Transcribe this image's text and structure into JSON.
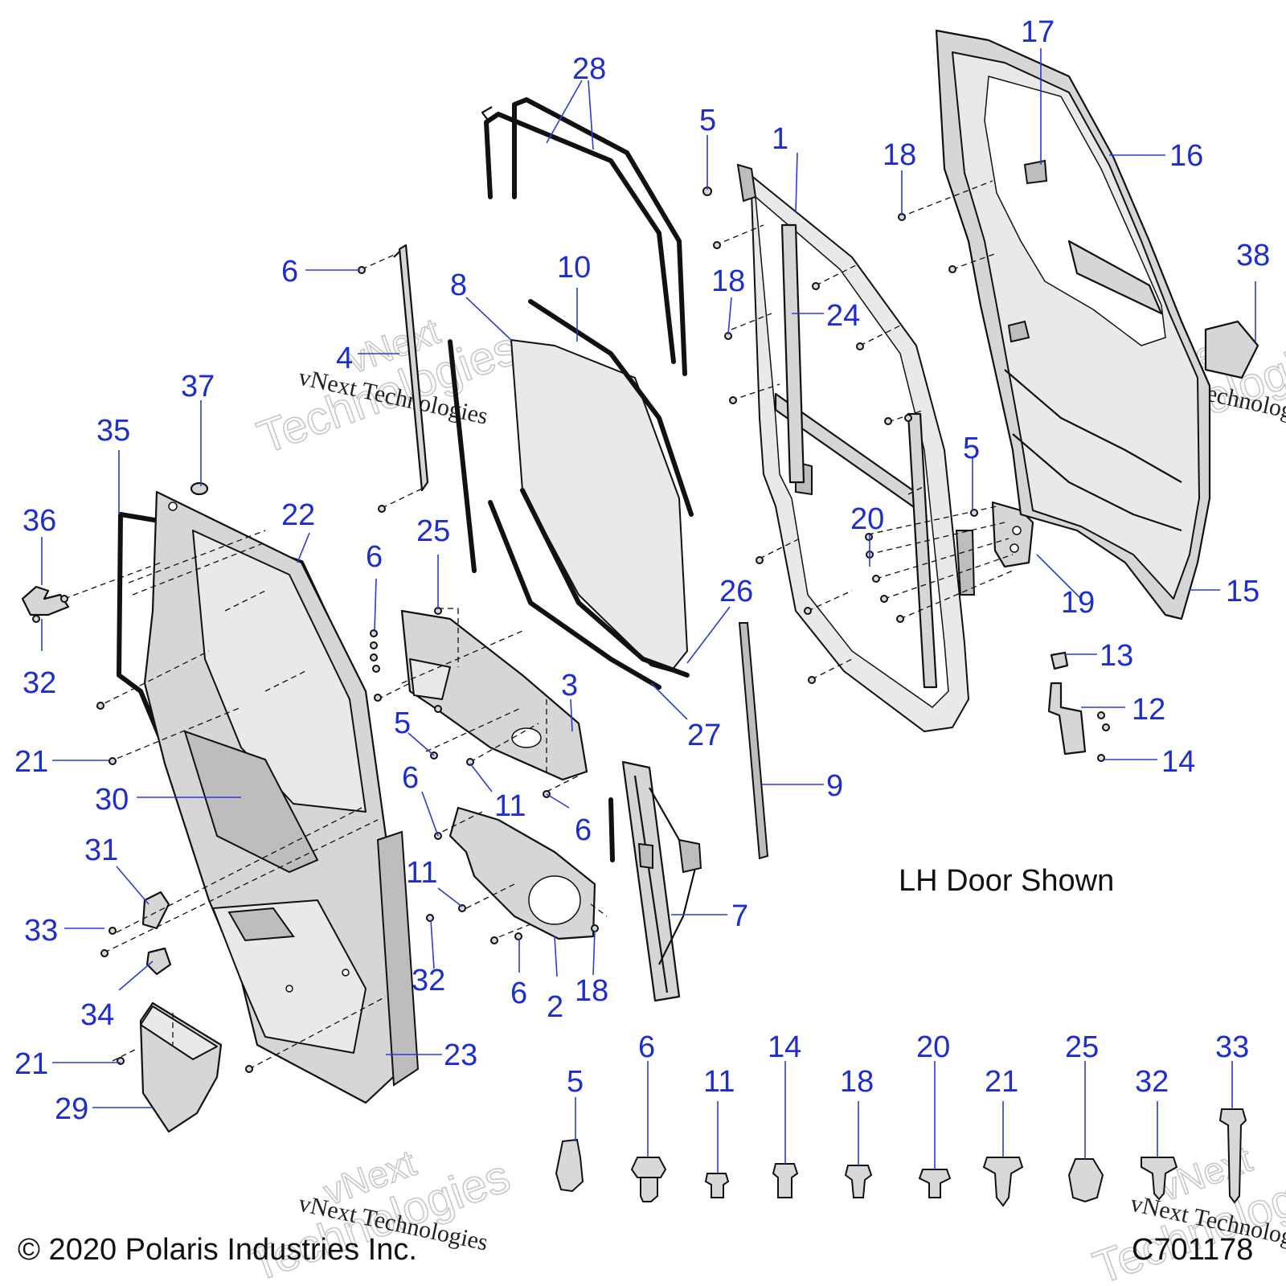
{
  "diagram": {
    "note": "LH Door Shown",
    "copyright": "© 2020 Polaris Industries Inc.",
    "drawing_number": "C701178",
    "watermark": {
      "line": "vNext Technologies",
      "word1": "vNext",
      "word2": "Technologies"
    },
    "callouts": {
      "c1": "1",
      "c2": "2",
      "c3": "3",
      "c4": "4",
      "c5a": "5",
      "c5b": "5",
      "c5c": "5",
      "c5d": "5",
      "c6a": "6",
      "c6b": "6",
      "c6c": "6",
      "c6d": "6",
      "c6e": "6",
      "c6f": "6",
      "c7": "7",
      "c8": "8",
      "c9": "9",
      "c10": "10",
      "c11a": "11",
      "c11b": "11",
      "c11c": "11",
      "c12": "12",
      "c13": "13",
      "c14a": "14",
      "c14b": "14",
      "c15": "15",
      "c16": "16",
      "c17": "17",
      "c18a": "18",
      "c18b": "18",
      "c18c": "18",
      "c18d": "18",
      "c19": "19",
      "c20a": "20",
      "c20b": "20",
      "c21a": "21",
      "c21b": "21",
      "c21c": "21",
      "c22": "22",
      "c23": "23",
      "c24": "24",
      "c25a": "25",
      "c25b": "25",
      "c26": "26",
      "c27": "27",
      "c28": "28",
      "c29": "29",
      "c30": "30",
      "c31": "31",
      "c32a": "32",
      "c32b": "32",
      "c32c": "32",
      "c33a": "33",
      "c33b": "33",
      "c34": "34",
      "c35": "35",
      "c36": "36",
      "c37": "37",
      "c38": "38"
    },
    "colors": {
      "callout": "#1e2dd0",
      "line": "#111111",
      "part_fill": "#d6d6d6"
    }
  }
}
